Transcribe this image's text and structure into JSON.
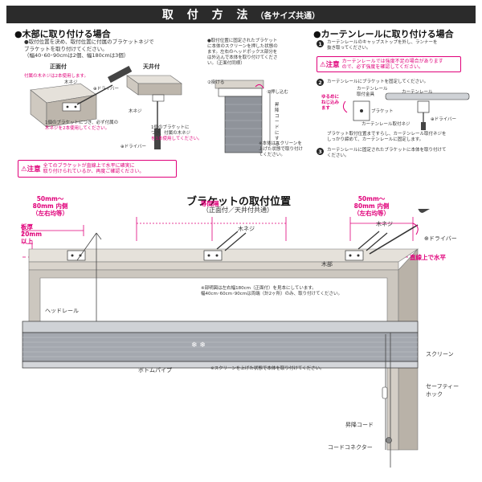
{
  "header": {
    "title": "取 付 方 法",
    "subtitle": "（各サイズ共通）"
  },
  "wood_section": {
    "title": "●木部に取り付ける場合",
    "intro": [
      "●取付位置を決め、取付位置に付属のブラケットネジで",
      "ブラケットを取り付けてください。",
      "（幅40･60･90cmは2個、幅180cmは3個）"
    ],
    "label_front": "正面付",
    "label_ceiling": "天井付",
    "note_screw": "付属の木ネジは2本使用します。",
    "label_wood_screw": "木ネジ",
    "label_driver": "⊕ドライバー",
    "note_front": [
      "1個のブラケットにつき、必ず付属の",
      "木ネジを2本使用してください。"
    ],
    "note_ceiling": [
      "1個のブラケットに",
      "つき、付属の木ネジ",
      "を1本使用してください。"
    ],
    "caution_label": "注意",
    "caution_text": [
      "全てのブラケットが直線上で水平に確実に",
      "取り付けられているか、再度ご確認ください。"
    ]
  },
  "middle": {
    "text": [
      "●取付位置に固定されたブラケット",
      "に本体のスクリーンを押した状態の",
      "ます。左右のヘッドボックス部分を",
      "は外込んで本体を取り付けてくださ",
      "い。（正面付同様）"
    ],
    "step2": "②掛ける",
    "step1": "①押し込む",
    "side_label": "昇降コードにする",
    "bottom_note": [
      "※本体はスクリーンを",
      "上げた状態で取り付け",
      "てください。"
    ]
  },
  "rail_section": {
    "title": "●カーテンレールに取り付ける場合",
    "step1_text": [
      "カーテンレールのキャップストップを外し、ランナーを",
      "抜き取ってください。"
    ],
    "caution_text": [
      "カーテンレールでは強度不足の場合があります",
      "ので、必ず強度を確認してください。"
    ],
    "step2_text": "カーテンレールにブラケットを固定してください。",
    "label_loosen": [
      "ゆるめに",
      "ねじ込み",
      "ます"
    ],
    "label_fitting": [
      "カーテンレール",
      "取付金具"
    ],
    "label_rail": "カーテンレール",
    "label_bracket": "ブラケット",
    "label_rail_screw": "カーテンレール取付ネジ",
    "label_driver": "⊕ドライバー",
    "step2_note": [
      "ブラケット取付位置まですらし、カーテンレール取付ネジを",
      "しっかり締めて、カーテンレールに固定します。"
    ],
    "step3_text": [
      "カーテンレールに固定されたブラケットに本体を取り付けて",
      "ください。"
    ],
    "steps": [
      "1",
      "2",
      "3"
    ]
  },
  "position": {
    "title": "ブラケットの取付位置",
    "subtitle": "（正面付／天井付共通）",
    "dim_left": [
      "50mm～",
      "80mm 内側",
      "（左右均等）"
    ],
    "dim_right": [
      "50mm～",
      "80mm 内側",
      "（左右均等）"
    ],
    "equal_spacing": "等間隔",
    "board_thickness": [
      "板厚",
      "20mm",
      "以上"
    ],
    "label_wood_screw": "木ネジ",
    "label_driver": "⊕ドライバー",
    "label_wood": "木部",
    "label_level": "直線上で水平",
    "center_note": [
      "※部明図は左右幅180cm（正面付）を見本にしています。",
      "幅40cm･60cm･90cmは両端（計2ヶ所）のみ、取り付けてください。"
    ],
    "label_head_rail": "ヘッドレール",
    "label_screen": "スクリーン",
    "label_bottom_pipe": "ボトムパイプ",
    "bottom_note": "※スクリーンを上げた状態で本体を取り付けてください。",
    "label_safety_hook": [
      "セーフティー",
      "ホック"
    ],
    "label_lift_cord": "昇降コード",
    "label_cord_connector": "コードコネクター"
  },
  "colors": {
    "accent": "#e0007a",
    "dark": "#2b2b2b",
    "wood": "#d9d4cc",
    "wood_dark": "#a9a39a",
    "blind": "#cfd2d6"
  }
}
